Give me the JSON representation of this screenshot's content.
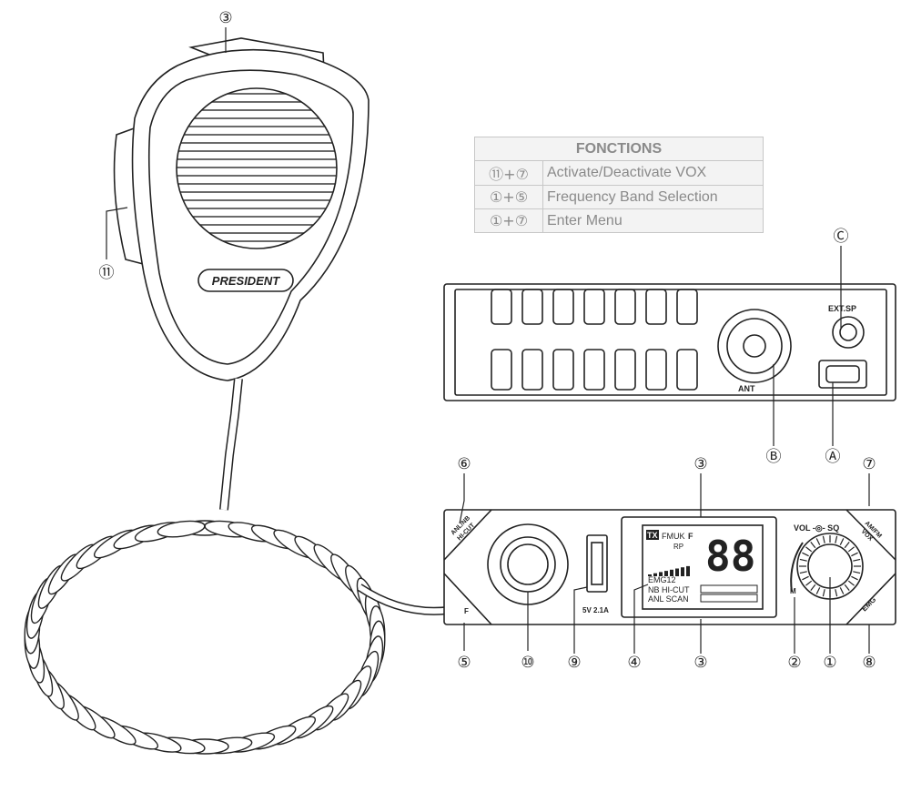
{
  "functions_table": {
    "header": "FONCTIONS",
    "rows": [
      {
        "keys": "⑪+⑦",
        "action": "Activate/Deactivate VOX"
      },
      {
        "keys": "①+⑤",
        "action": "Frequency Band Selection"
      },
      {
        "keys": "①+⑦",
        "action": "Enter Menu"
      }
    ]
  },
  "callouts": {
    "mic_top": "③",
    "mic_side": "⑪",
    "rear_speaker": "Ⓒ",
    "rear_antenna": "Ⓑ",
    "rear_power": "Ⓐ",
    "front_6": "⑥",
    "front_3_top": "③",
    "front_7": "⑦",
    "front_5": "⑤",
    "front_10": "⑩",
    "front_9": "⑨",
    "front_4": "④",
    "front_3_bottom": "③",
    "front_2": "②",
    "front_1": "①",
    "front_8": "⑧"
  },
  "labels": {
    "mic_brand": "PRESIDENT",
    "ant": "ANT",
    "ext_sp": "EXT.SP",
    "anl_nb": "ANL/NB",
    "hicut": "HI-CUT",
    "am_fm": "AM/FM",
    "vox": "VOX",
    "emg": "EMG",
    "vol_sq": "VOL -◎- SQ",
    "m": "M",
    "usb": "5V 2.1A",
    "f": "F"
  },
  "display": {
    "tx": "TX",
    "region": "FMUK",
    "region_suffix": "F",
    "rp": "RP",
    "channel": "88",
    "emg12": "EMG12",
    "nb_hicut": "NB HI-CUT",
    "anl_scan": "ANL SCAN"
  }
}
